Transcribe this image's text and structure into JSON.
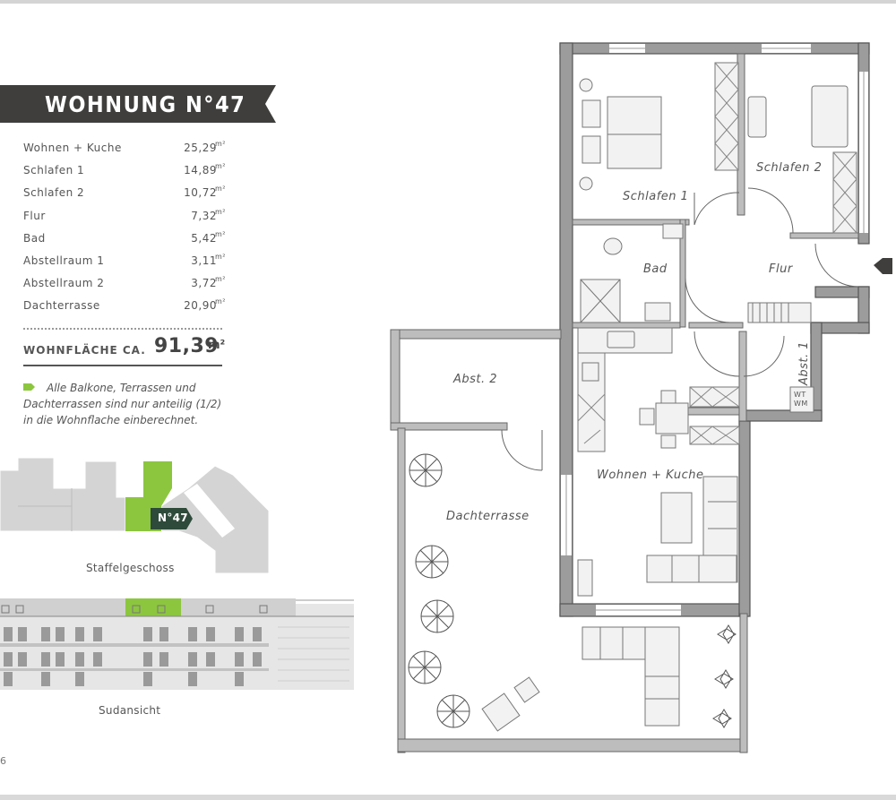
{
  "apartment": {
    "title": "WOHNUNG N°47"
  },
  "rooms": [
    {
      "name": "Wohnen + Kuche",
      "area": "25,29",
      "unit": "m²"
    },
    {
      "name": "Schlafen 1",
      "area": "14,89",
      "unit": "m²"
    },
    {
      "name": "Schlafen 2",
      "area": "10,72",
      "unit": "m²"
    },
    {
      "name": "Flur",
      "area": "7,32",
      "unit": "m²"
    },
    {
      "name": "Bad",
      "area": "5,42",
      "unit": "m²"
    },
    {
      "name": "Abstellraum 1",
      "area": "3,11",
      "unit": "m²"
    },
    {
      "name": "Abstellraum 2",
      "area": "3,72",
      "unit": "m²"
    },
    {
      "name": "Dachterrasse",
      "area": "20,90",
      "unit": "m²"
    }
  ],
  "total": {
    "label": "WOHNFLÄCHE CA.",
    "value": "91,39",
    "unit": "m²"
  },
  "note": "Alle Balkone, Terrassen und Dachterrassen sind nur anteilig (1/2) in die Wohnflache einberechnet.",
  "keyplan": {
    "badge": "N°47",
    "caption": "Staffelgeschoss"
  },
  "elevation": {
    "caption": "Sudansicht"
  },
  "page_number": "6",
  "floorplan_labels": {
    "schlafen1": "Schlafen 1",
    "schlafen2": "Schlafen 2",
    "bad": "Bad",
    "flur": "Flur",
    "abst1": "Abst. 1",
    "abst2": "Abst. 2",
    "wohnen": "Wohnen + Kuche",
    "dachterrasse": "Dachterrasse",
    "wt": "WT",
    "wm": "WM"
  },
  "colors": {
    "banner": "#3f3e3d",
    "accent_green": "#8cc63f",
    "badge_dark": "#2e4a3a",
    "wall": "#8c8c8c"
  }
}
